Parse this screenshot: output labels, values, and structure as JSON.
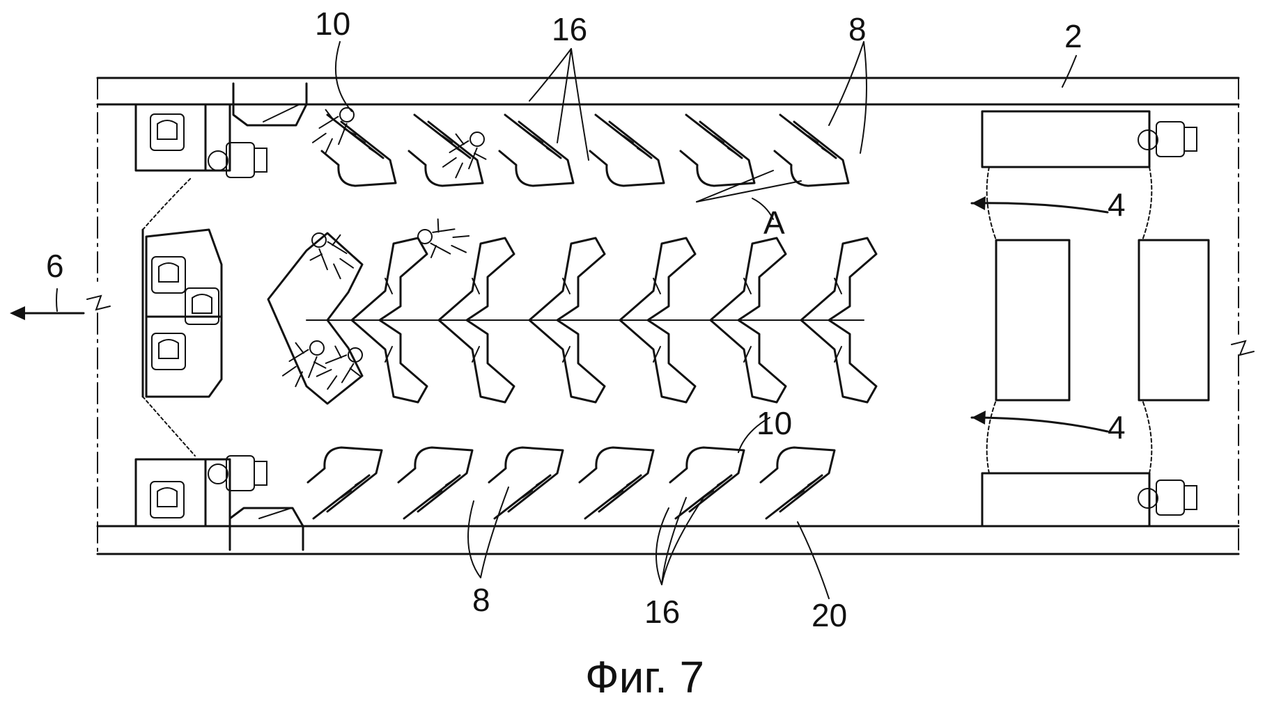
{
  "figure": {
    "caption": "Фиг. 7",
    "labels": {
      "fuselage": "2",
      "entry_arrow": "4",
      "exit_arrow": "6",
      "seat": "8",
      "seat_top": "10",
      "seat_row": "16",
      "seat_group": "20",
      "detail": "A"
    }
  }
}
